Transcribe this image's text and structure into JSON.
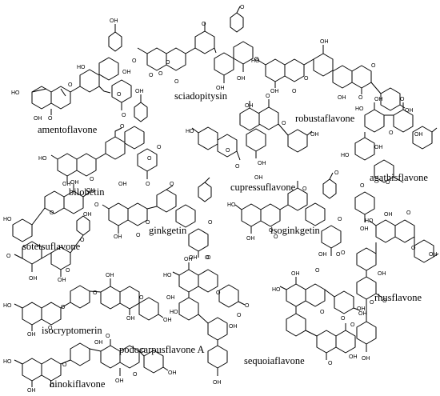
{
  "compounds": [
    {
      "name": "amentoflavone",
      "atoms": [
        "HO",
        "OH",
        "HO",
        "OH",
        "OH",
        "O",
        "O",
        "O",
        "O"
      ]
    },
    {
      "name": "sciadopitysin",
      "atoms": [
        "O",
        "O",
        "O",
        "O",
        "O",
        "O",
        "OH",
        "OH",
        "O",
        "O"
      ]
    },
    {
      "name": "robustaflavone",
      "atoms": [
        "HO",
        "OH",
        "OH",
        "O",
        "O",
        "OH",
        "O",
        "O",
        "OH"
      ]
    },
    {
      "name": "bilobetin",
      "atoms": [
        "OH",
        "O",
        "HO",
        "OH",
        "O",
        "OH",
        "O",
        "O",
        "O"
      ]
    },
    {
      "name": "cupressuflavone",
      "atoms": [
        "HO",
        "OH",
        "O",
        "O",
        "OH",
        "O",
        "OH",
        "O",
        "OH"
      ]
    },
    {
      "name": "agathisflavone",
      "atoms": [
        "HO",
        "OH",
        "O",
        "O",
        "OH",
        "HO",
        "OH",
        "O",
        "O",
        "OH"
      ]
    },
    {
      "name": "sotetsuflavone",
      "atoms": [
        "OH",
        "OH",
        "HO",
        "O",
        "OH",
        "O",
        "OH",
        "OH",
        "O",
        "O"
      ]
    },
    {
      "name": "ginkgetin",
      "atoms": [
        "O",
        "O",
        "O",
        "O",
        "O",
        "OH",
        "OH",
        "O"
      ]
    },
    {
      "name": "isoginkgetin",
      "atoms": [
        "O",
        "HO",
        "O",
        "O",
        "O",
        "OH",
        "OH",
        "O",
        "O"
      ]
    },
    {
      "name": "rhusflavone",
      "atoms": [
        "HO",
        "OH",
        "O",
        "O",
        "OH",
        "O",
        "OH",
        "OH",
        "O",
        "O",
        "OH"
      ]
    },
    {
      "name": "isocryptomerin",
      "atoms": [
        "HO",
        "OH",
        "O",
        "O",
        "O",
        "OH",
        "O",
        "OH",
        "OH"
      ]
    },
    {
      "name": "podocarpusflavone A",
      "atoms": [
        "HO",
        "OH",
        "O",
        "O",
        "OH",
        "HO",
        "OH",
        "O",
        "O",
        "OH"
      ]
    },
    {
      "name": "sequoiaflavone",
      "atoms": [
        "HO",
        "OH",
        "O",
        "O",
        "OH",
        "O",
        "OH",
        "O",
        "O"
      ]
    },
    {
      "name": "hinokiflavone",
      "atoms": [
        "HO",
        "OH",
        "OH",
        "O",
        "O",
        "O",
        "OH",
        "O",
        "O",
        "OH"
      ]
    }
  ]
}
